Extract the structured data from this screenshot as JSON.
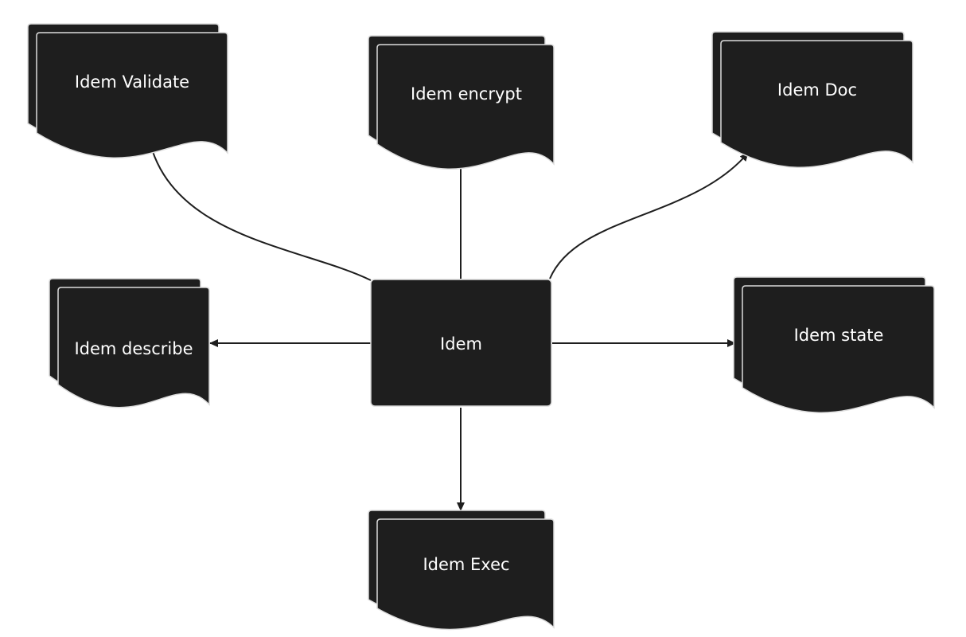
{
  "diagram": {
    "center": {
      "label": "Idem"
    },
    "nodes": [
      {
        "id": "validate",
        "label": "Idem Validate",
        "shape": "multi-document"
      },
      {
        "id": "encrypt",
        "label": "Idem encrypt",
        "shape": "multi-document"
      },
      {
        "id": "doc",
        "label": "Idem Doc",
        "shape": "multi-document"
      },
      {
        "id": "describe",
        "label": "Idem describe",
        "shape": "multi-document"
      },
      {
        "id": "state",
        "label": "Idem state",
        "shape": "multi-document"
      },
      {
        "id": "exec",
        "label": "Idem Exec",
        "shape": "multi-document"
      }
    ],
    "edges": [
      {
        "from": "center",
        "to": "validate"
      },
      {
        "from": "center",
        "to": "encrypt"
      },
      {
        "from": "center",
        "to": "doc"
      },
      {
        "from": "center",
        "to": "describe"
      },
      {
        "from": "center",
        "to": "state"
      },
      {
        "from": "center",
        "to": "exec"
      }
    ],
    "colors": {
      "node_fill": "#1e1e1e",
      "node_outline": "#dcdcdc",
      "edge": "#1e1e1e",
      "label": "#ffffff",
      "background": "#ffffff"
    }
  }
}
